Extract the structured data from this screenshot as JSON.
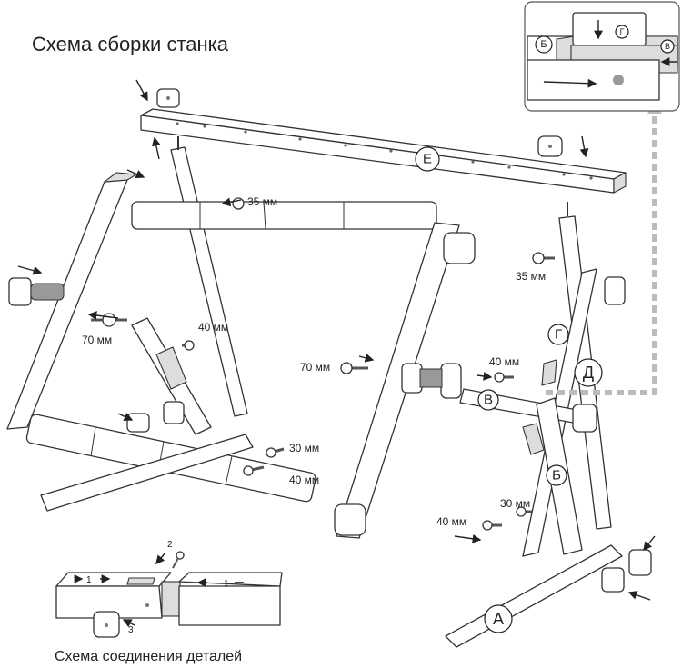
{
  "title": "Схема сборки станка",
  "subtitle": "Схема соединения деталей",
  "part_labels": {
    "A": "А",
    "B": "Б",
    "V": "В",
    "G": "Г",
    "D": "Д",
    "E": "Е"
  },
  "dimensions": {
    "d35_top": "35 мм",
    "d35_right": "35 мм",
    "d70_left": "70 мм",
    "d70_center": "70 мм",
    "d40_left": "40 мм",
    "d40_center": "40 мм",
    "d40_right_top": "40 мм",
    "d40_right_bottom": "40 мм",
    "d30_center": "30 мм",
    "d30_right": "30 мм"
  },
  "inset": {
    "label_b": "Б",
    "label_g": "Г",
    "label_v": "В"
  },
  "joint": {
    "step1_left": "1",
    "step1_right": "1",
    "step2": "2",
    "step3": "3"
  }
}
